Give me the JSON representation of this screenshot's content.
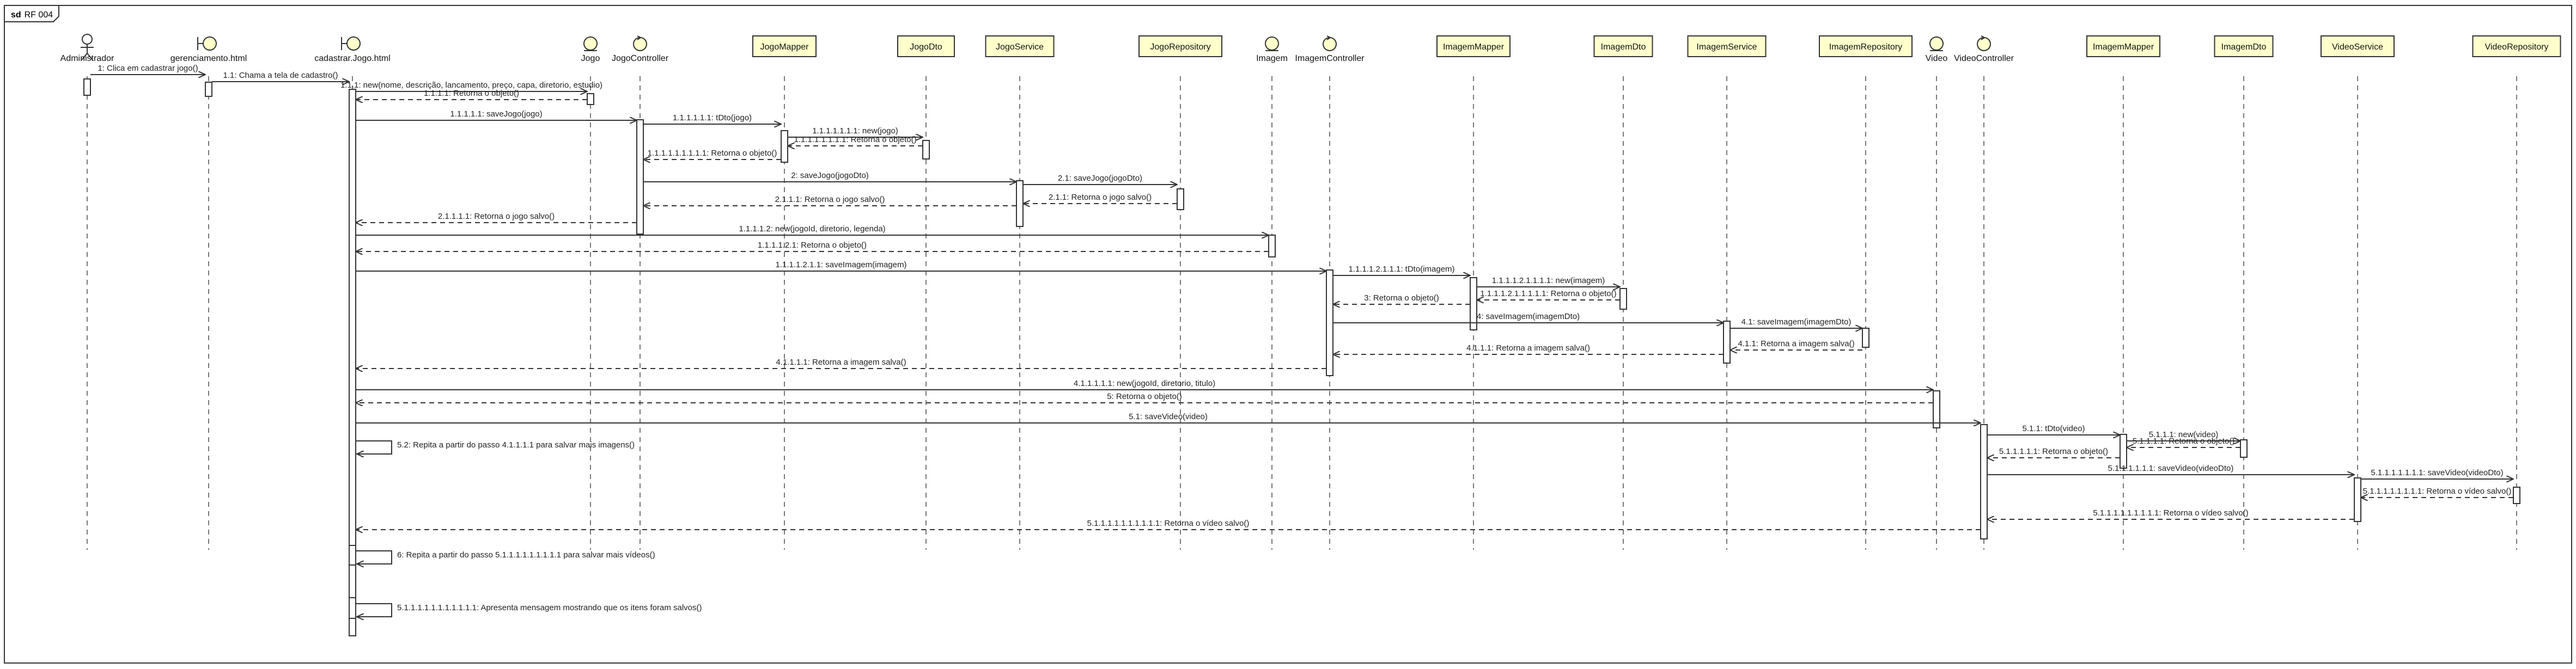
{
  "diagram": {
    "kind": "sd",
    "name": "RF 004"
  },
  "participants": [
    {
      "id": "adm",
      "label": "Administrador",
      "shape": "actor"
    },
    {
      "id": "ger",
      "label": "gerenciamento.html",
      "shape": "boundary"
    },
    {
      "id": "cad",
      "label": "cadastrar.Jogo.html",
      "shape": "boundary"
    },
    {
      "id": "jogo",
      "label": "Jogo",
      "shape": "entity"
    },
    {
      "id": "jctl",
      "label": "JogoController",
      "shape": "control"
    },
    {
      "id": "jmap",
      "label": "JogoMapper",
      "shape": "class"
    },
    {
      "id": "jdto",
      "label": "JogoDto",
      "shape": "class"
    },
    {
      "id": "jsvc",
      "label": "JogoService",
      "shape": "class"
    },
    {
      "id": "jrep",
      "label": "JogoRepository",
      "shape": "class"
    },
    {
      "id": "img",
      "label": "Imagem",
      "shape": "entity"
    },
    {
      "id": "ictl",
      "label": "ImagemController",
      "shape": "control"
    },
    {
      "id": "imap",
      "label": "ImagemMapper",
      "shape": "class"
    },
    {
      "id": "idto",
      "label": "ImagemDto",
      "shape": "class"
    },
    {
      "id": "isvc",
      "label": "ImagemService",
      "shape": "class"
    },
    {
      "id": "irep",
      "label": "ImagemRepository",
      "shape": "class"
    },
    {
      "id": "vid",
      "label": "Video",
      "shape": "entity"
    },
    {
      "id": "vctl",
      "label": "VideoController",
      "shape": "control"
    },
    {
      "id": "vmap",
      "label": "ImagemMapper",
      "shape": "class"
    },
    {
      "id": "vdto",
      "label": "ImagemDto",
      "shape": "class"
    },
    {
      "id": "vsvc",
      "label": "VideoService",
      "shape": "class"
    },
    {
      "id": "vrep",
      "label": "VideoRepository",
      "shape": "class"
    }
  ],
  "messages": [
    {
      "from": "adm",
      "to": "ger",
      "text": "1: Clica em cadastrar jogo()",
      "type": "call"
    },
    {
      "from": "ger",
      "to": "cad",
      "text": "1.1: Chama a tela de cadastro()",
      "type": "call"
    },
    {
      "from": "cad",
      "to": "jogo",
      "text": "1.1.1: new(nome, descrição, lancamento, preço, capa, diretorio, estudio)",
      "type": "call"
    },
    {
      "from": "jogo",
      "to": "cad",
      "text": "1.1.1.1: Retorna o objeto()",
      "type": "return"
    },
    {
      "from": "cad",
      "to": "jctl",
      "text": "1.1.1.1.1: saveJogo(jogo)",
      "type": "call"
    },
    {
      "from": "jctl",
      "to": "jmap",
      "text": "1.1.1.1.1.1: tDto(jogo)",
      "type": "call"
    },
    {
      "from": "jmap",
      "to": "jdto",
      "text": "1.1.1.1.1.1.1: new(jogo)",
      "type": "call"
    },
    {
      "from": "jdto",
      "to": "jmap",
      "text": "1.1.1.1.1.1.1.1: Retorna o objeto()",
      "type": "return"
    },
    {
      "from": "jmap",
      "to": "jctl",
      "text": "1.1.1.1.1.1.1.1.1: Retorna o objeto()",
      "type": "return"
    },
    {
      "from": "jctl",
      "to": "jsvc",
      "text": "2: saveJogo(jogoDto)",
      "type": "call"
    },
    {
      "from": "jsvc",
      "to": "jrep",
      "text": "2.1: saveJogo(jogoDto)",
      "type": "call"
    },
    {
      "from": "jrep",
      "to": "jsvc",
      "text": "2.1.1: Retorna o jogo salvo()",
      "type": "return"
    },
    {
      "from": "jsvc",
      "to": "jctl",
      "text": "2.1.1.1: Retorna o jogo salvo()",
      "type": "return"
    },
    {
      "from": "jctl",
      "to": "cad",
      "text": "2.1.1.1.1: Retorna o jogo salvo()",
      "type": "return"
    },
    {
      "from": "cad",
      "to": "img",
      "text": "1.1.1.1.2: new(jogoId, diretorio, legenda)",
      "type": "call"
    },
    {
      "from": "img",
      "to": "cad",
      "text": "1.1.1.1.2.1: Retorna o objeto()",
      "type": "return"
    },
    {
      "from": "cad",
      "to": "ictl",
      "text": "1.1.1.1.2.1.1: saveImagem(imagem)",
      "type": "call"
    },
    {
      "from": "ictl",
      "to": "imap",
      "text": "1.1.1.1.2.1.1.1: tDto(imagem)",
      "type": "call"
    },
    {
      "from": "imap",
      "to": "idto",
      "text": "1.1.1.1.2.1.1.1.1: new(imagem)",
      "type": "call"
    },
    {
      "from": "idto",
      "to": "imap",
      "text": "1.1.1.1.2.1.1.1.1.1: Retorna o objeto()",
      "type": "return"
    },
    {
      "from": "imap",
      "to": "ictl",
      "text": "3: Retorna o objeto()",
      "type": "return"
    },
    {
      "from": "ictl",
      "to": "isvc",
      "text": "4: saveImagem(imagemDto)",
      "type": "call"
    },
    {
      "from": "isvc",
      "to": "irep",
      "text": "4.1: saveImagem(imagemDto)",
      "type": "call"
    },
    {
      "from": "irep",
      "to": "isvc",
      "text": "4.1.1: Retorna a imagem salva()",
      "type": "return"
    },
    {
      "from": "isvc",
      "to": "ictl",
      "text": "4.1.1.1: Retorna a imagem salva()",
      "type": "return"
    },
    {
      "from": "ictl",
      "to": "cad",
      "text": "4.1.1.1.1: Retorna a imagem salva()",
      "type": "return"
    },
    {
      "from": "cad",
      "to": "vid",
      "text": "4.1.1.1.1.1: new(jogoId, diretorio, titulo)",
      "type": "call"
    },
    {
      "from": "vid",
      "to": "cad",
      "text": "5: Retorna o objeto()",
      "type": "return"
    },
    {
      "from": "cad",
      "to": "vctl",
      "text": "5.1: saveVideo(video)",
      "type": "call"
    },
    {
      "from": "cad",
      "to": "cad",
      "text": "5.2: Repita a partir do passo 4.1.1.1.1 para salvar mais imagens()",
      "type": "self"
    },
    {
      "from": "vctl",
      "to": "vmap",
      "text": "5.1.1: tDto(video)",
      "type": "call"
    },
    {
      "from": "vmap",
      "to": "vdto",
      "text": "5.1.1.1: new(video)",
      "type": "call"
    },
    {
      "from": "vdto",
      "to": "vmap",
      "text": "5.1.1.1.1: Retorna o objeto()",
      "type": "return"
    },
    {
      "from": "vmap",
      "to": "vctl",
      "text": "5.1.1.1.1.1: Retorna o objeto()",
      "type": "return"
    },
    {
      "from": "vctl",
      "to": "vsvc",
      "text": "5.1.1.1.1.1.1: saveVideo(videoDto)",
      "type": "call"
    },
    {
      "from": "vsvc",
      "to": "vrep",
      "text": "5.1.1.1.1.1.1.1: saveVideo(videoDto)",
      "type": "call"
    },
    {
      "from": "vrep",
      "to": "vsvc",
      "text": "5.1.1.1.1.1.1.1.1: Retorna o vídeo salvo()",
      "type": "return"
    },
    {
      "from": "vsvc",
      "to": "vctl",
      "text": "5.1.1.1.1.1.1.1.1.1: Retorna o vídeo salvo()",
      "type": "return"
    },
    {
      "from": "vctl",
      "to": "cad",
      "text": "5.1.1.1.1.1.1.1.1.1.1: Retorna o vídeo salvo()",
      "type": "return"
    },
    {
      "from": "cad",
      "to": "cad",
      "text": "6: Repita a partir do passo 5.1.1.1.1.1.1.1.1.1 para salvar mais vídeos()",
      "type": "self"
    },
    {
      "from": "cad",
      "to": "cad",
      "text": "5.1.1.1.1.1.1.1.1.1.1.1: Apresenta mensagem mostrando que os itens foram salvos()",
      "type": "self"
    }
  ]
}
